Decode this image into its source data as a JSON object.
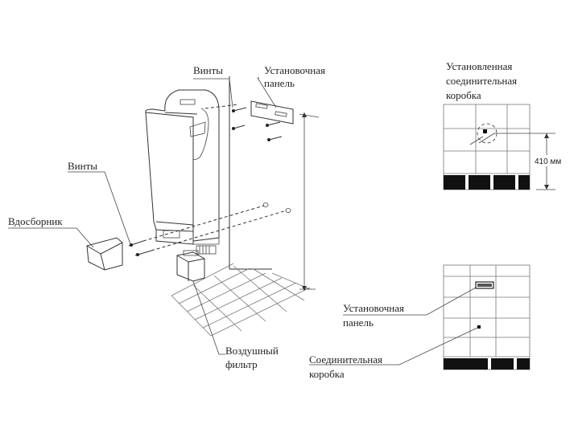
{
  "labels": {
    "screws_top": "Винты",
    "mounting_panel_top_line1": "Установочная",
    "mounting_panel_top_line2": "панель",
    "screws_left": "Винты",
    "water_tray": "Вдосборник",
    "air_filter_line1": "Воздушный",
    "air_filter_line2": "фильтр",
    "installed_box_line1": "Установленная",
    "installed_box_line2": "соединительная",
    "installed_box_line3": "коробка",
    "dimension": "410 мм",
    "mounting_panel_bottom_line1": "Установочная",
    "mounting_panel_bottom_line2": "панель",
    "junction_box_line1": "Соединительная",
    "junction_box_line2": "коробка"
  }
}
